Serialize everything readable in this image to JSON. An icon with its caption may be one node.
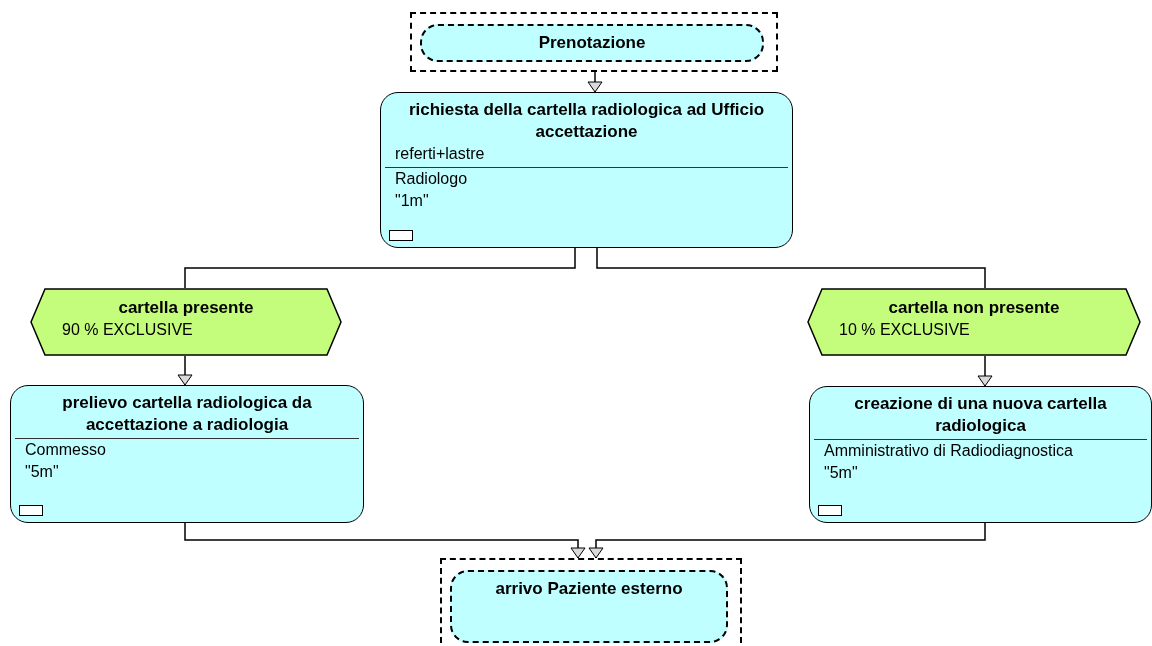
{
  "diagram": {
    "nodes": [
      {
        "text": [
          "Prenotazione"
        ]
      },
      {
        "text": [
          "richiesta della cartella radiologica ad Ufficio accettazione",
          "referti+lastre",
          "Radiologo",
          "\"1m\""
        ]
      },
      {
        "text": [
          "cartella presente",
          "90 % EXCLUSIVE"
        ]
      },
      {
        "text": [
          "cartella non presente",
          "10 % EXCLUSIVE"
        ]
      },
      {
        "text": [
          "prelievo cartella radiologica da accettazione a radiologia",
          "Commesso",
          "\"5m\""
        ]
      },
      {
        "text": [
          "creazione di una nuova cartella radiologica",
          "Amministrativo di Radiodiagnostica",
          "\"5m\""
        ]
      },
      {
        "text": [
          "arrivo Paziente esterno"
        ]
      }
    ],
    "edges": [
      {
        "from": 0,
        "to": 1,
        "arrow": "to"
      },
      {
        "from": 1,
        "to": 2,
        "arrow": "none"
      },
      {
        "from": 1,
        "to": 3,
        "arrow": "none"
      },
      {
        "from": 2,
        "to": 4,
        "arrow": "to"
      },
      {
        "from": 3,
        "to": 5,
        "arrow": "to"
      },
      {
        "from": 4,
        "to": 6,
        "arrow": "to"
      },
      {
        "from": 5,
        "to": 6,
        "arrow": "to"
      }
    ]
  }
}
